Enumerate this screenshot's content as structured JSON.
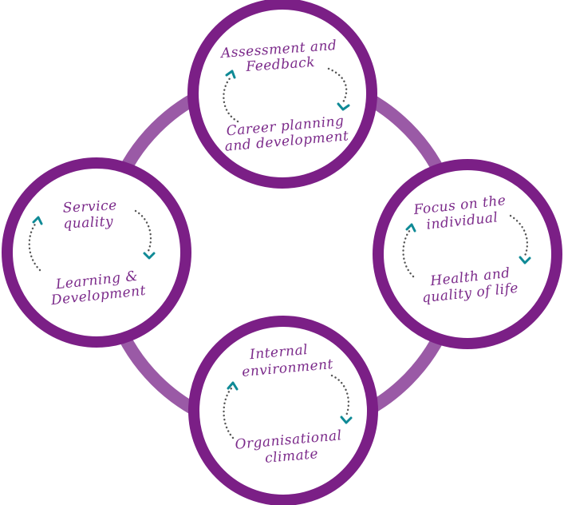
{
  "colors": {
    "ring": "#7b1f86",
    "connector": "#9a5aa6",
    "text": "#7b2a8a",
    "arrow_dots": "#555555",
    "arrow_head": "#0f8a96",
    "background": "#ffffff"
  },
  "nodes": [
    {
      "id": "top",
      "top_text": [
        "Assessment and",
        "Feedback"
      ],
      "bottom_text": [
        "Career planning",
        "and development"
      ]
    },
    {
      "id": "left",
      "top_text": [
        "Service",
        "quality"
      ],
      "bottom_text": [
        "Learning &",
        "Development"
      ]
    },
    {
      "id": "right",
      "top_text": [
        "Focus on the",
        "individual"
      ],
      "bottom_text": [
        "Health and",
        "quality of life"
      ]
    },
    {
      "id": "bottom",
      "top_text": [
        "Internal",
        "environment"
      ],
      "bottom_text": [
        "Organisational",
        "climate"
      ]
    }
  ]
}
